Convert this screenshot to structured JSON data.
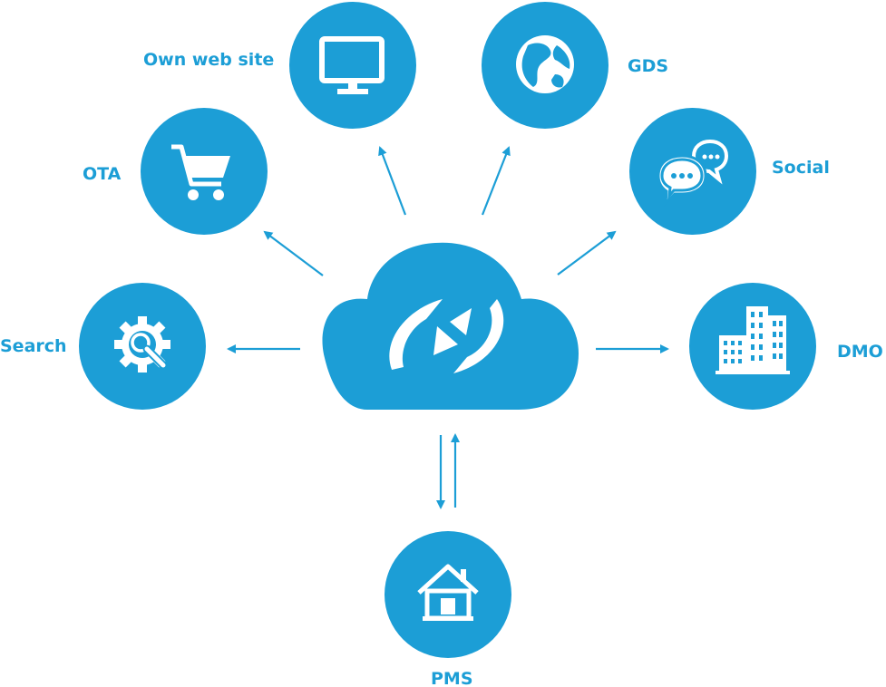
{
  "colors": {
    "accent": "#1c9ed6",
    "background": "#ffffff",
    "icon": "#ffffff"
  },
  "hub": {
    "icon": "sync-arrows-icon"
  },
  "nodes": {
    "own_web_site": {
      "label": "Own web site",
      "icon": "monitor-icon",
      "link": "outgoing"
    },
    "gds": {
      "label": "GDS",
      "icon": "globe-icon",
      "link": "outgoing"
    },
    "ota": {
      "label": "OTA",
      "icon": "shopping-cart-icon",
      "link": "outgoing"
    },
    "social": {
      "label": "Social",
      "icon": "chat-bubbles-icon",
      "link": "outgoing"
    },
    "search": {
      "label": "Search",
      "icon": "gear-search-icon",
      "link": "outgoing"
    },
    "dmo": {
      "label": "DMO",
      "icon": "buildings-icon",
      "link": "outgoing"
    },
    "pms": {
      "label": "PMS",
      "icon": "house-icon",
      "link": "bidirectional"
    }
  }
}
